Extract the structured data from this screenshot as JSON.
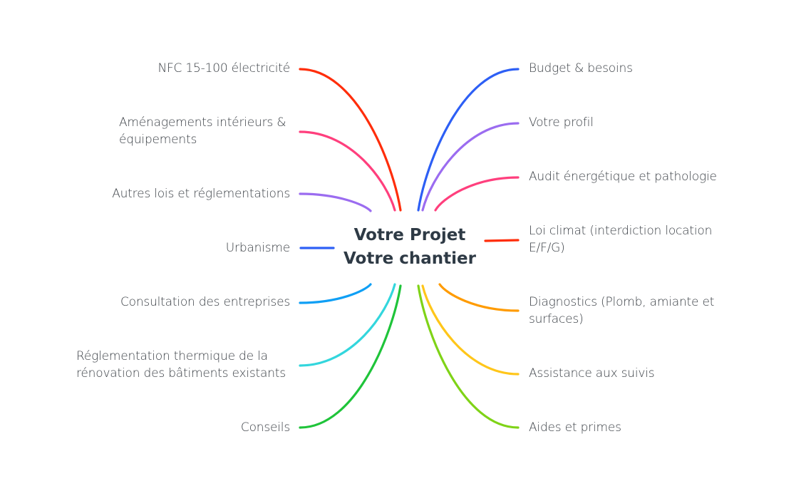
{
  "central_topic": {
    "line1": "Votre Projet",
    "line2": "Votre chantier"
  },
  "left_branches": [
    {
      "label": "NFC 15-100 électricité",
      "color": "#ff2d0a"
    },
    {
      "label": "Aménagements intérieurs & équipements",
      "color": "#ff3f7d"
    },
    {
      "label": "Autres lois et réglementations",
      "color": "#9b6cf0"
    },
    {
      "label": "Urbanisme",
      "color": "#2d5ff5"
    },
    {
      "label": "Consultation des entreprises",
      "color": "#0f9ff5"
    },
    {
      "label": "Réglementation thermique de la rénovation des bâtiments existants",
      "color": "#33d6dd"
    },
    {
      "label": "Conseils",
      "color": "#1fc43a"
    }
  ],
  "right_branches": [
    {
      "label": "Budget & besoins",
      "color": "#2d5ff5"
    },
    {
      "label": "Votre profil",
      "color": "#9b6cf0"
    },
    {
      "label": "Audit énergétique et pathologie",
      "color": "#ff3f7d"
    },
    {
      "label": "Loi climat (interdiction location E/F/G)",
      "color": "#ff2d0a"
    },
    {
      "label": "Diagnostics (Plomb, amiante et surfaces)",
      "color": "#ff9b00"
    },
    {
      "label": "Assistance aux suivis",
      "color": "#ffc61a"
    },
    {
      "label": "Aides et primes",
      "color": "#7fd317"
    }
  ]
}
